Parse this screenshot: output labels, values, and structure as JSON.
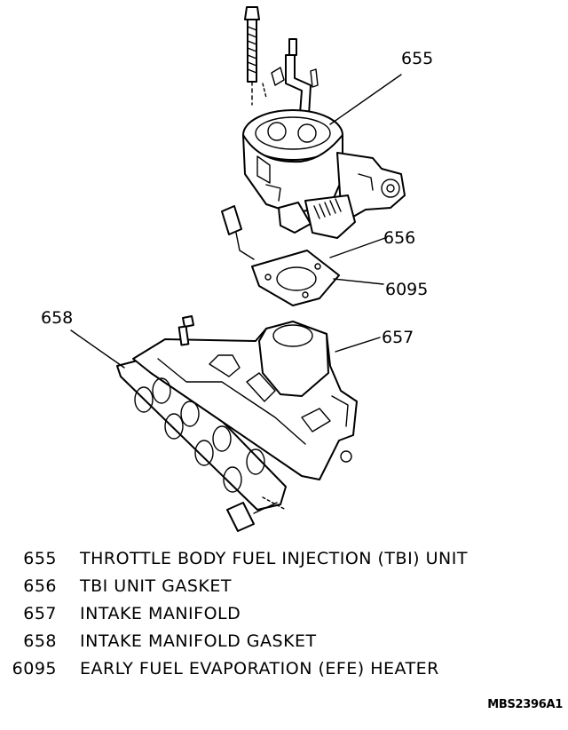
{
  "callouts": {
    "c655": "655",
    "c656": "656",
    "c6095": "6095",
    "c657": "657",
    "c658": "658"
  },
  "legend": [
    {
      "number": "655",
      "description": "THROTTLE BODY FUEL INJECTION (TBI) UNIT"
    },
    {
      "number": "656",
      "description": "TBI UNIT GASKET"
    },
    {
      "number": "657",
      "description": "INTAKE MANIFOLD"
    },
    {
      "number": "658",
      "description": "INTAKE MANIFOLD GASKET"
    },
    {
      "number": "6095",
      "description": "EARLY FUEL EVAPORATION (EFE) HEATER"
    }
  ],
  "reference_code": "MBS2396A1"
}
